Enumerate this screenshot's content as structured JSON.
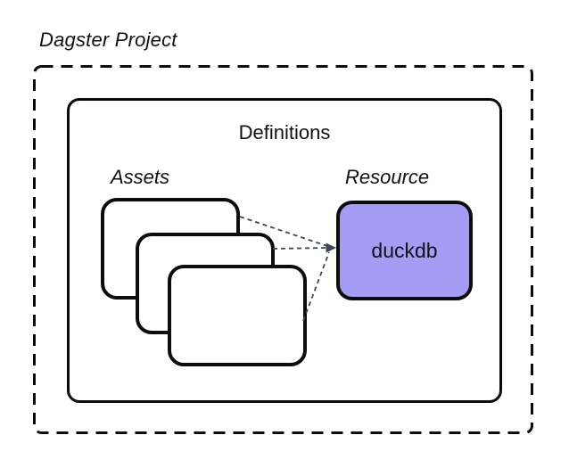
{
  "diagram": {
    "title": "Dagster Project",
    "definitions": {
      "label": "Definitions",
      "assets": {
        "label": "Assets",
        "card_count": 3
      },
      "resource": {
        "label": "Resource",
        "box_label": "duckdb"
      }
    },
    "connections": [
      {
        "from": "asset-card-1",
        "to": "duckdb-resource-box",
        "style": "dashed"
      },
      {
        "from": "asset-card-2",
        "to": "duckdb-resource-box",
        "style": "dashed"
      },
      {
        "from": "asset-card-3",
        "to": "duckdb-resource-box",
        "style": "dashed"
      }
    ],
    "colors": {
      "background": "#ffffff",
      "outline": "#0c0c0c",
      "connector": "#3d4555",
      "resource_fill": "#a49df5"
    }
  }
}
